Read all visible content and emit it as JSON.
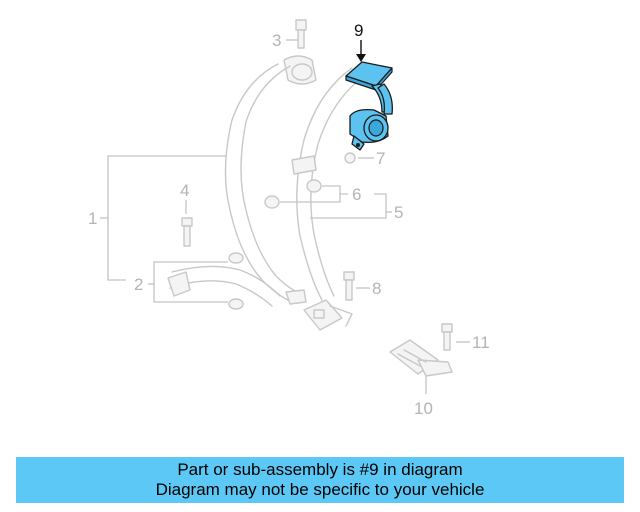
{
  "diagram": {
    "callouts": [
      "1",
      "2",
      "3",
      "4",
      "5",
      "6",
      "7",
      "8",
      "9",
      "10",
      "11"
    ],
    "highlighted_callout": "9",
    "colors": {
      "highlight": "#5cc3f0",
      "ghost_lines": "#c8c8c8",
      "banner": "#5bc8f5"
    }
  },
  "banner": {
    "line1": "Part or sub-assembly is #9 in diagram",
    "line2": "Diagram may not be specific to your vehicle"
  }
}
